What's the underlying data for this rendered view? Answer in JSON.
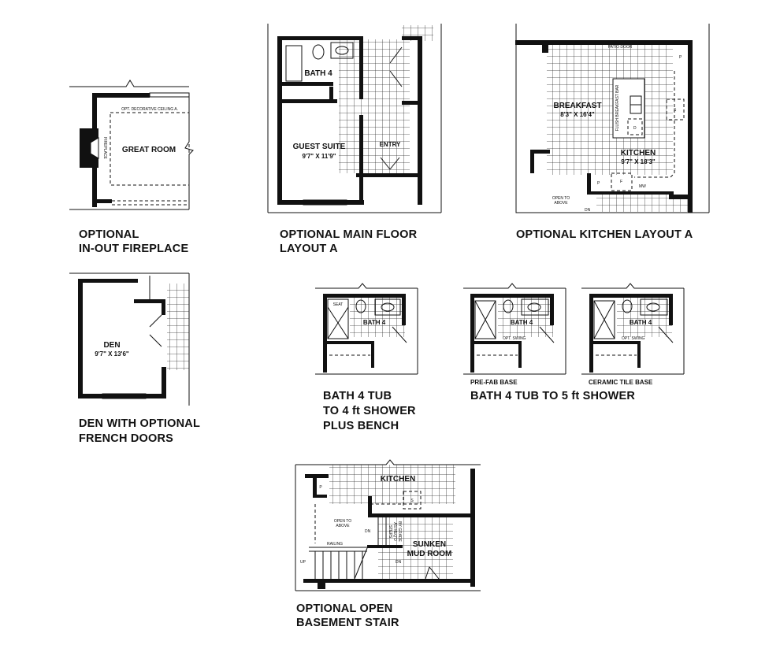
{
  "plans": {
    "fireplace": {
      "caption": [
        "OPTIONAL",
        "IN-OUT FIREPLACE"
      ],
      "room": "GREAT ROOM",
      "ceiling_note": "OPT. DECORATIVE CEILING A.",
      "fireplace_label": "FIREPLACE"
    },
    "main_floor": {
      "caption": [
        "OPTIONAL MAIN FLOOR",
        "LAYOUT A"
      ],
      "bath": "BATH 4",
      "suite": "GUEST SUITE",
      "suite_dim": "9'7\" X 11'9\"",
      "entry": "ENTRY"
    },
    "kitchen": {
      "caption": "OPTIONAL KITCHEN LAYOUT A",
      "patio": "PATIO DOOR",
      "breakfast": "BREAKFAST",
      "breakfast_dim": "8'3\" X 16'4\"",
      "bar": "FLUSH BREAKFAST BAR",
      "kitchen": "KITCHEN",
      "kitchen_dim": "9'7\" X 18'3\"",
      "open_above": [
        "OPEN TO",
        "ABOVE"
      ],
      "dn": "DN",
      "p": "P",
      "s": "S",
      "d": "D",
      "f": "F",
      "mw": "MW"
    },
    "den": {
      "caption": [
        "DEN WITH OPTIONAL",
        "FRENCH DOORS"
      ],
      "room": "DEN",
      "dim": "9'7\" X 13'6\""
    },
    "bath_bench": {
      "caption": [
        "BATH 4 TUB",
        "TO 4 ft SHOWER",
        "PLUS BENCH"
      ],
      "seat": "SEAT",
      "bath": "BATH 4"
    },
    "bath_5ft": {
      "caption": "BATH 4 TUB TO 5 ft SHOWER",
      "variants": [
        {
          "label": "PRE-FAB BASE",
          "bath": "BATH 4",
          "swing": "OPT. SWING"
        },
        {
          "label": "CERAMIC TILE BASE",
          "bath": "BATH 4",
          "swing": "OPT. SWING"
        }
      ]
    },
    "basement": {
      "caption": [
        "OPTIONAL OPEN",
        "BASEMENT STAIR"
      ],
      "kitchen": "KITCHEN",
      "open_above": [
        "OPEN TO",
        "ABOVE"
      ],
      "dn": "DN",
      "steps": [
        "STEPS",
        "AS REQ'D",
        "BY GRADE"
      ],
      "railing": "RAILING",
      "up": "UP",
      "dn2": "DN",
      "mud": [
        "SUNKEN",
        "MUD ROOM"
      ],
      "p": "P",
      "s": "S"
    }
  }
}
